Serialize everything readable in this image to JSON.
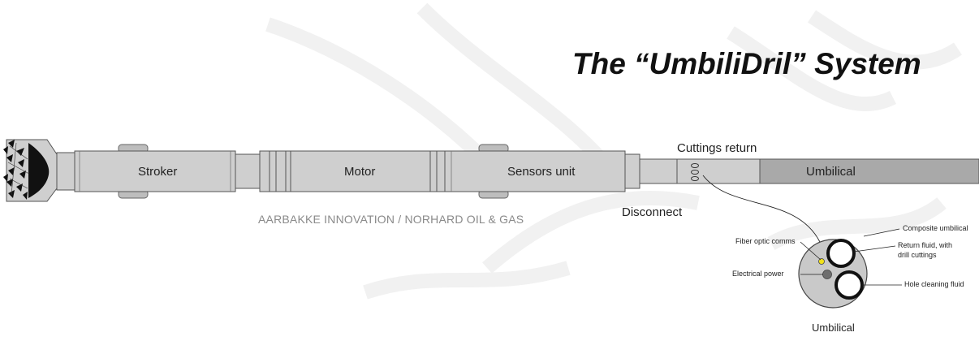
{
  "title": "The “UmbiliDril” System",
  "credit": "AARBAKKE INNOVATION / NORHARD OIL & GAS",
  "tool_segments": {
    "stroker": "Stroker",
    "motor": "Motor",
    "sensors": "Sensors unit",
    "umbilical": "Umbilical"
  },
  "callouts": {
    "cuttings_return": "Cuttings return",
    "disconnect": "Disconnect"
  },
  "cross_section": {
    "caption": "Umbilical",
    "composite": "Composite umbilical",
    "return_fluid_line1": "Return fluid, with",
    "return_fluid_line2": "drill cuttings",
    "hole_cleaning": "Hole cleaning fluid",
    "fiber_optic": "Fiber optic comms",
    "electrical": "Electrical power"
  },
  "colors": {
    "tool_fill": "#cfcfcf",
    "tool_stroke": "#555555",
    "umbilical_fill": "#a9a9a9",
    "fiber_yellow": "#f2e21a",
    "electrical_grey": "#6e6e6e",
    "watermark": "#efefef"
  }
}
